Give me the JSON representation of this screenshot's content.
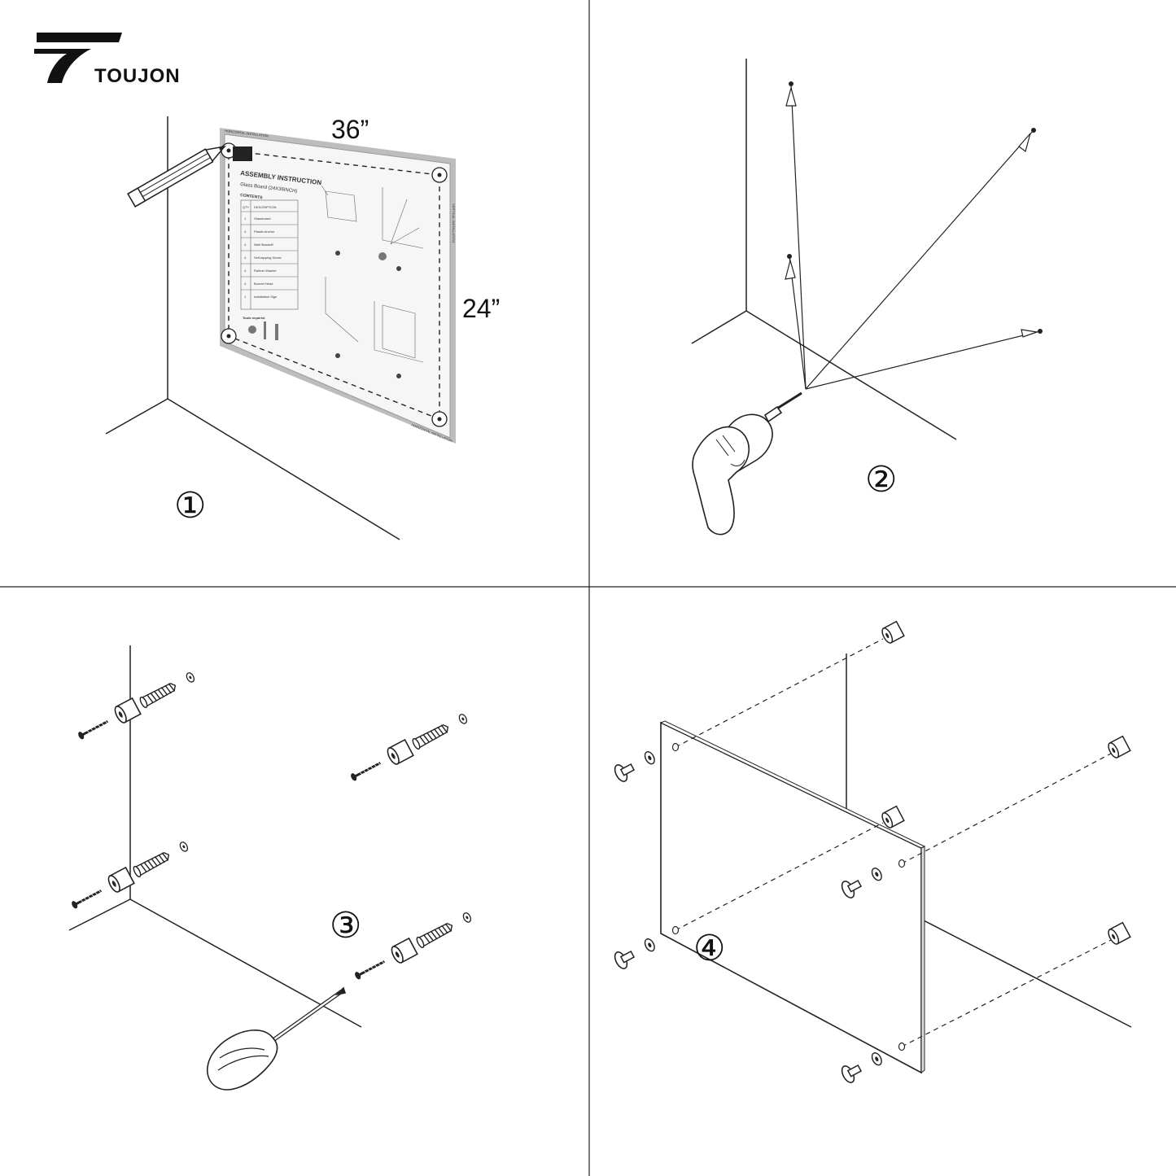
{
  "brand": {
    "name": "TOUJON"
  },
  "panel1": {
    "width_label": "36”",
    "height_label": "24”",
    "step": "①",
    "template": {
      "title": "ASSEMBLY INSTRUCTION",
      "subtitle": "Glass Board (24X36INCH)",
      "contents": "CONTENTS",
      "col_qty": "QTY",
      "col_desc": "DESCRIPTION",
      "rows": [
        {
          "qty": "1",
          "desc": "Glassboard"
        },
        {
          "qty": "4",
          "desc": "Plastic Anchor"
        },
        {
          "qty": "4",
          "desc": "Wall Standoff"
        },
        {
          "qty": "4",
          "desc": "Self-tapping Screw"
        },
        {
          "qty": "4",
          "desc": "Rubber Washer"
        },
        {
          "qty": "4",
          "desc": "Bonnet Head"
        },
        {
          "qty": "1",
          "desc": "Installation Sign"
        }
      ],
      "tools": "Tools required",
      "edge_top": "HORIZONTAL INSTALLATION",
      "edge_bottom": "HORIZONTAL INSTALLATION",
      "edge_side": "VERTICAL INSTALLATION"
    },
    "icons": [
      "pencil-icon"
    ]
  },
  "panel2": {
    "step": "②",
    "icons": [
      "drill-icon"
    ]
  },
  "panel3": {
    "step": "③",
    "icons": [
      "screwdriver-icon",
      "screw-icon",
      "standoff-icon",
      "anchor-icon",
      "washer-icon"
    ]
  },
  "panel4": {
    "step": "④",
    "icons": [
      "glass-board-icon",
      "cap-icon",
      "standoff-icon"
    ]
  },
  "colors": {
    "line": "#222222",
    "template_border": "#bdbdbd",
    "template_fill": "#f4f4f4"
  }
}
